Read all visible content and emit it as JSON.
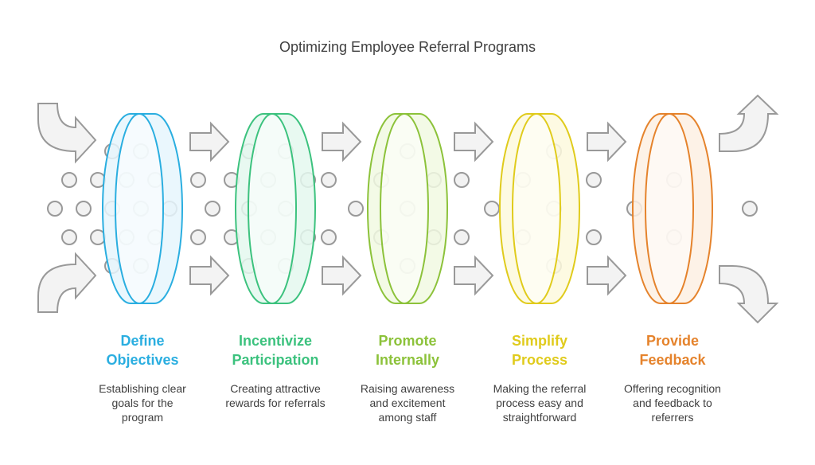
{
  "title": "Optimizing Employee Referral Programs",
  "stages": [
    {
      "title_line1": "Define",
      "title_line2": "Objectives",
      "desc": [
        "Establishing clear",
        "goals for the",
        "program"
      ],
      "color": "#2aaee0",
      "fill": "#e6f6fd"
    },
    {
      "title_line1": "Incentivize",
      "title_line2": "Participation",
      "desc": [
        "Creating attractive",
        "rewards for referrals"
      ],
      "color": "#3cc27e",
      "fill": "#e4f8ee"
    },
    {
      "title_line1": "Promote",
      "title_line2": "Internally",
      "desc": [
        "Raising awareness",
        "and excitement",
        "among staff"
      ],
      "color": "#8cc23a",
      "fill": "#f1f9e2"
    },
    {
      "title_line1": "Simplify",
      "title_line2": "Process",
      "desc": [
        "Making the referral",
        "process easy and",
        "straightforward"
      ],
      "color": "#e0cb1c",
      "fill": "#fdf9dd"
    },
    {
      "title_line1": "Provide",
      "title_line2": "Feedback",
      "desc": [
        "Offering recognition",
        "and feedback to",
        "referrers"
      ],
      "color": "#e5832c",
      "fill": "#fdf0e3"
    }
  ],
  "colors": {
    "arrow_fill": "#f3f3f3",
    "arrow_stroke": "#999999",
    "dot_fill": "#f2f2f2",
    "dot_stroke": "#999999"
  }
}
